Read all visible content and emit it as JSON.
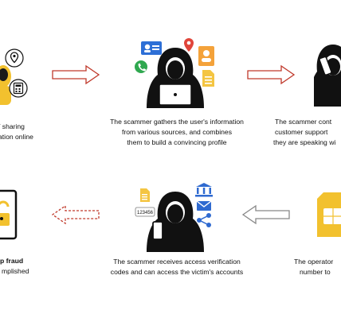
{
  "steps": [
    {
      "lines": [
        "/ sharing",
        "ation online"
      ]
    },
    {
      "lines": [
        "The scammer gathers the user's information",
        "from various sources, and combines",
        "them to build a convincing profile"
      ]
    },
    {
      "lines": [
        "The scammer cont",
        "customer support",
        "they are speaking wi"
      ]
    },
    {
      "lines": [
        "The operator",
        "number to"
      ]
    },
    {
      "lines": [
        "The scammer receives access verification",
        "codes and can access the victim's accounts"
      ]
    },
    {
      "lines": [
        "p fraud",
        "mplished"
      ]
    }
  ],
  "icons": {
    "otp_code": "123456"
  },
  "colors": {
    "arrow_red": "#c0392b",
    "sim_yellow": "#f2c12e",
    "profile_blue": "#2d6fd6",
    "pin_red": "#e0453a",
    "phone_green": "#2fa84f",
    "doc_yellow": "#f4c542",
    "bank_blue": "#2f6ad0",
    "hacker_black": "#111111"
  }
}
